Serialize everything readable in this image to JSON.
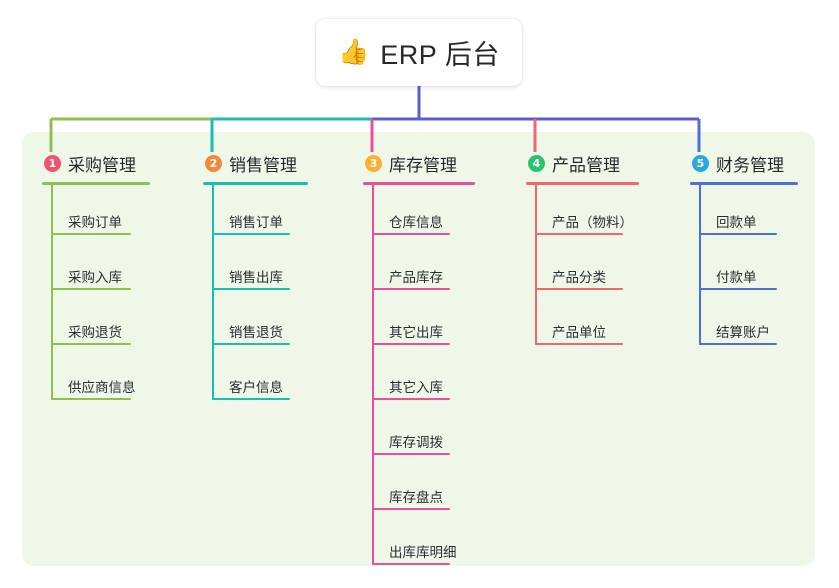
{
  "diagram": {
    "title": "ERP 后台 脑图",
    "root": {
      "icon": "thumbs-up-icon",
      "emoji": "👍",
      "label": "ERP 后台"
    },
    "panel_background": "#eff7e9",
    "stem_color": "#5b5bd6",
    "branches": [
      {
        "number": "1",
        "label": "采购管理",
        "color": "#8cc152",
        "badge_color": "#f2556b",
        "items": [
          "采购订单",
          "采购入库",
          "采购退货",
          "供应商信息"
        ]
      },
      {
        "number": "2",
        "label": "销售管理",
        "color": "#1abfb4",
        "badge_color": "#f08a3c",
        "items": [
          "销售订单",
          "销售出库",
          "销售退货",
          "客户信息"
        ]
      },
      {
        "number": "3",
        "label": "库存管理",
        "color": "#e8509a",
        "badge_color": "#fbb034",
        "items": [
          "仓库信息",
          "产品库存",
          "其它出库",
          "其它入库",
          "库存调拨",
          "库存盘点",
          "出库库明细"
        ]
      },
      {
        "number": "4",
        "label": "产品管理",
        "color": "#f4666a",
        "badge_color": "#2bc46c",
        "items": [
          "产品（物料）",
          "产品分类",
          "产品单位"
        ]
      },
      {
        "number": "5",
        "label": "财务管理",
        "color": "#4f6fd6",
        "badge_color": "#29a8e0",
        "items": [
          "回款单",
          "付款单",
          "结算账户"
        ]
      }
    ]
  }
}
